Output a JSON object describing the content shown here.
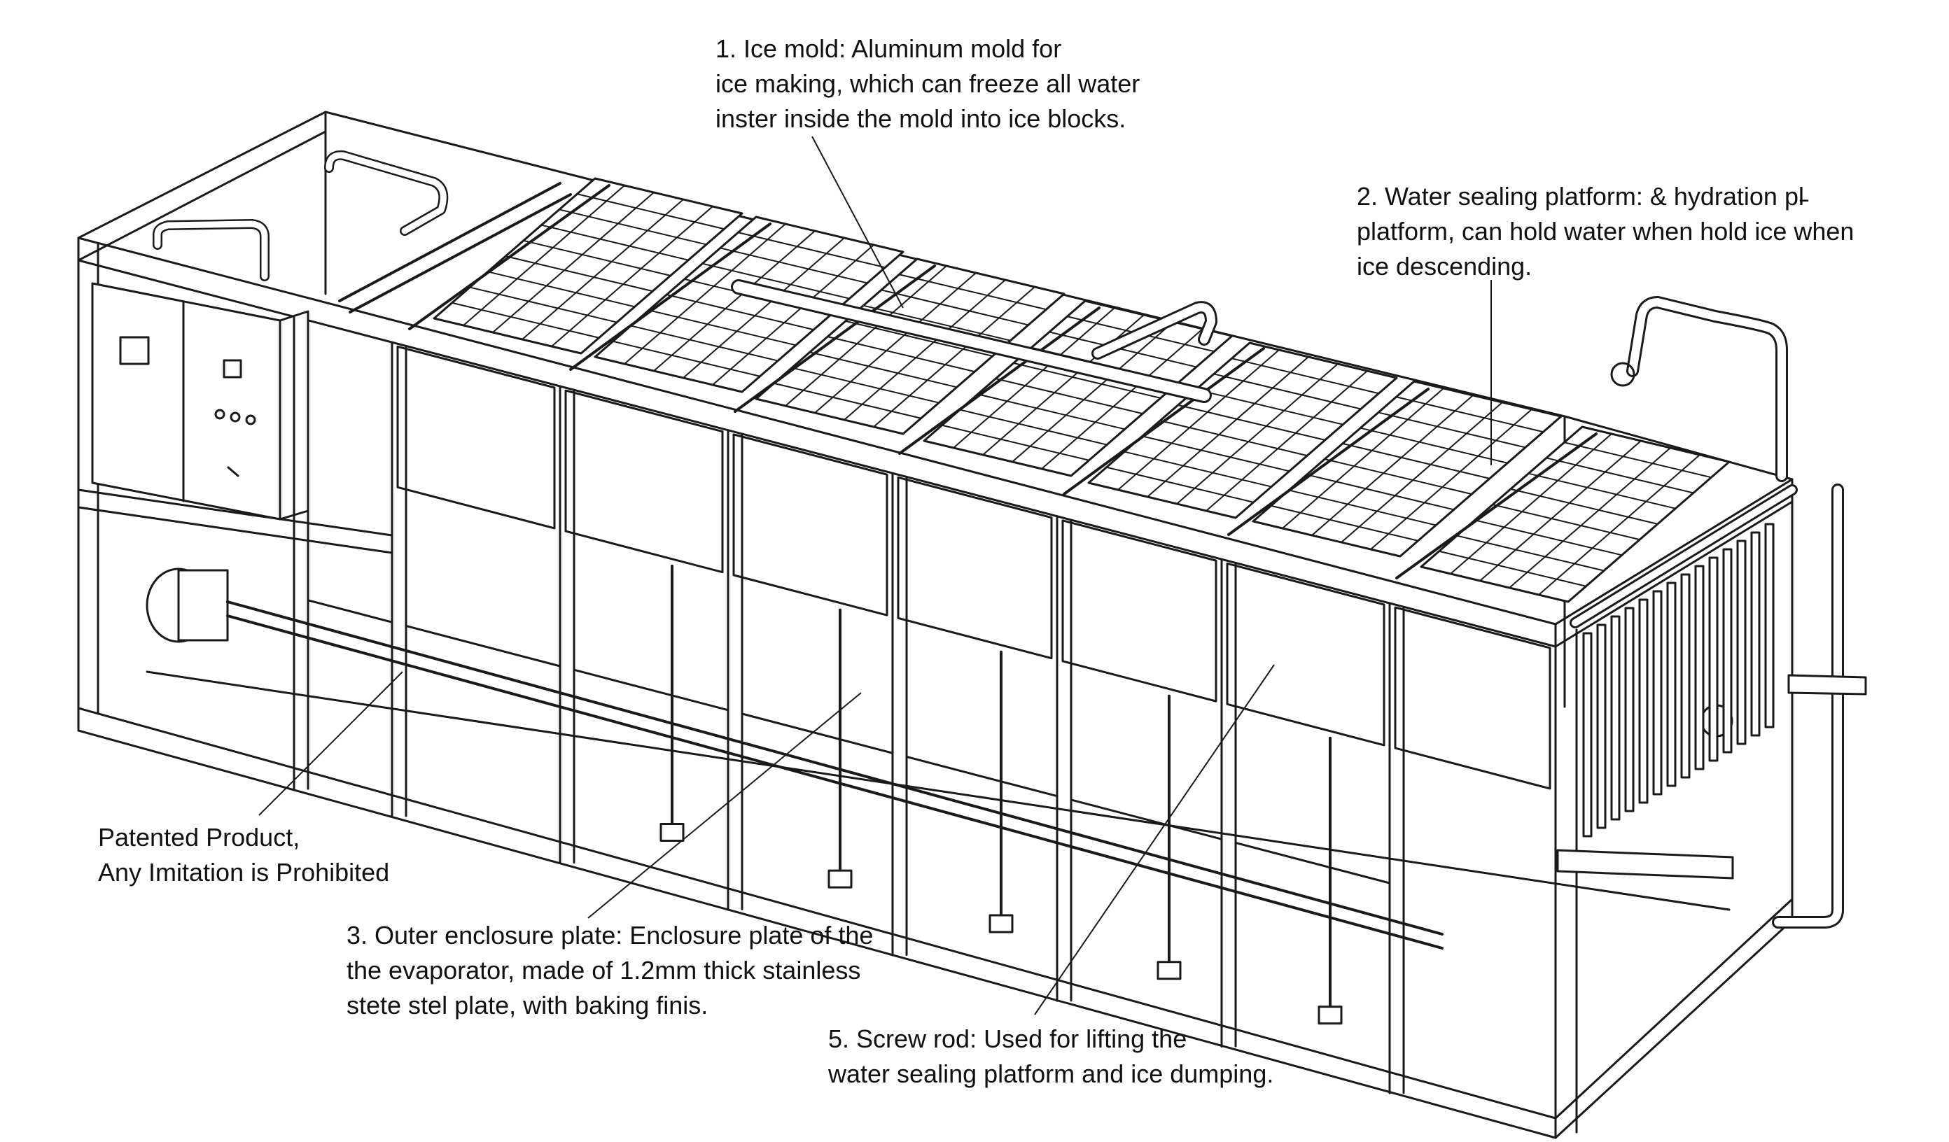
{
  "annotations": [
    {
      "id": "ice-mold",
      "lines": [
        "1. Ice mold: Aluminum mold for",
        "ice making, which can freeze all water",
        "inster inside the mold into ice blocks."
      ]
    },
    {
      "id": "water-sealing-platform",
      "lines": [
        "2. Water sealing platform: & hydration pl̵",
        "platform, can hold water when hold ice when",
        "ice descending."
      ]
    },
    {
      "id": "patent-notice",
      "lines": [
        "Patented Product,",
        "Any Imitation is Prohibited"
      ]
    },
    {
      "id": "outer-enclosure-plate",
      "lines": [
        "3. Outer enclosure plate: Enclosure plate of the",
        "the evaporator, made of 1.2mm thick stainless",
        "stete stel plate, with baking finis."
      ]
    },
    {
      "id": "screw-rod",
      "lines": [
        "5. Screw rod: Used for lifting the",
        "water sealing platform and ice dumping."
      ]
    }
  ],
  "colors": {
    "line": "#1a1a1a",
    "background": "#ffffff",
    "text": "#111111"
  }
}
